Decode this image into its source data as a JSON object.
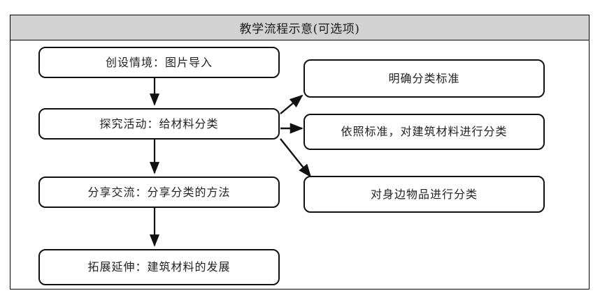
{
  "figure": {
    "title": "教学流程示意(可选项)",
    "frame_border_color": "#000000",
    "title_bar_color": "#d2d2d2",
    "node_border_color": "#111111",
    "background_color": "#ffffff"
  },
  "flow": {
    "main_sequence": [
      {
        "id": "step-1",
        "label": "创设情境：图片导入"
      },
      {
        "id": "step-2",
        "label": "探究活动：给材料分类"
      },
      {
        "id": "step-3",
        "label": "分享交流：分享分类的方法"
      },
      {
        "id": "step-4",
        "label": "拓展延伸：建筑材料的发展"
      }
    ],
    "branch_sequence": [
      {
        "id": "branch-1",
        "label": "明确分类标准"
      },
      {
        "id": "branch-2",
        "label": "依照标准，对建筑材料进行分类"
      },
      {
        "id": "branch-3",
        "label": "对身边物品进行分类"
      }
    ]
  }
}
